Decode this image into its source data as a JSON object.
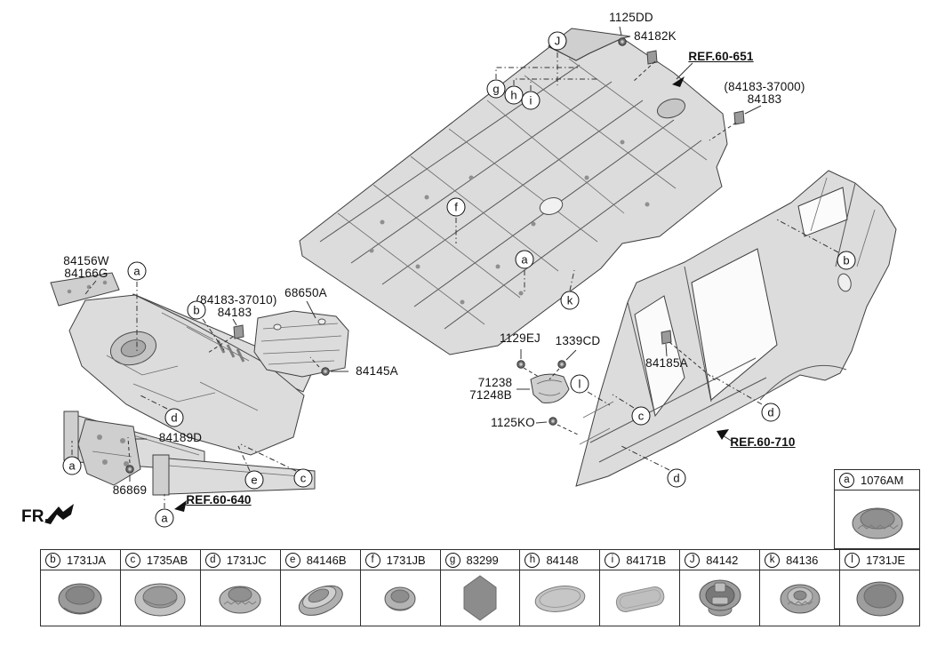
{
  "labels": {
    "p1125dd": "1125DD",
    "p84182k": "84182K",
    "ref_651": "REF.60-651",
    "sub_37000": "(84183-37000)",
    "p84183_rear": "84183",
    "sub_37010": "(84183-37010)",
    "p84183_front": "84183",
    "p84156w": "84156W",
    "p84166g": "84166G",
    "p68650a": "68650A",
    "p84145a": "84145A",
    "p84189d": "84189D",
    "p86869": "86869",
    "ref_640": "REF.60-640",
    "fr": "FR.",
    "p1129ej": "1129EJ",
    "p1339cd": "1339CD",
    "p71238": "71238",
    "p71248b": "71248B",
    "p1125ko": "1125KO",
    "p84185a": "84185A",
    "ref_710": "REF.60-710"
  },
  "markers": {
    "a": "a",
    "b": "b",
    "c": "c",
    "d": "d",
    "e": "e",
    "f": "f",
    "g": "g",
    "h": "h",
    "i": "i",
    "j": "J",
    "k": "k",
    "l": "l"
  },
  "legend": {
    "standalone": {
      "letter": "a",
      "part": "1076AM",
      "icon": "plug-dome-ribbed"
    },
    "cells": [
      {
        "letter": "b",
        "part": "1731JA",
        "icon": "plug-round-cap"
      },
      {
        "letter": "c",
        "part": "1735AB",
        "icon": "plug-cup"
      },
      {
        "letter": "d",
        "part": "1731JC",
        "icon": "plug-dome"
      },
      {
        "letter": "e",
        "part": "84146B",
        "icon": "plug-oval-stacked"
      },
      {
        "letter": "f",
        "part": "1731JB",
        "icon": "plug-round-small"
      },
      {
        "letter": "g",
        "part": "83299",
        "icon": "pad-hexagon"
      },
      {
        "letter": "h",
        "part": "84148",
        "icon": "pad-oval"
      },
      {
        "letter": "i",
        "part": "84171B",
        "icon": "pad-rounded-rect"
      },
      {
        "letter": "J",
        "part": "84142",
        "icon": "plug-clip-round"
      },
      {
        "letter": "k",
        "part": "84136",
        "icon": "plug-ribbed-round"
      },
      {
        "letter": "l",
        "part": "1731JE",
        "icon": "plug-round-large"
      }
    ]
  },
  "colors": {
    "line": "#3f3f3f",
    "panel": "#dcdcdc",
    "pad": "#8a8a8a",
    "text": "#111111"
  }
}
